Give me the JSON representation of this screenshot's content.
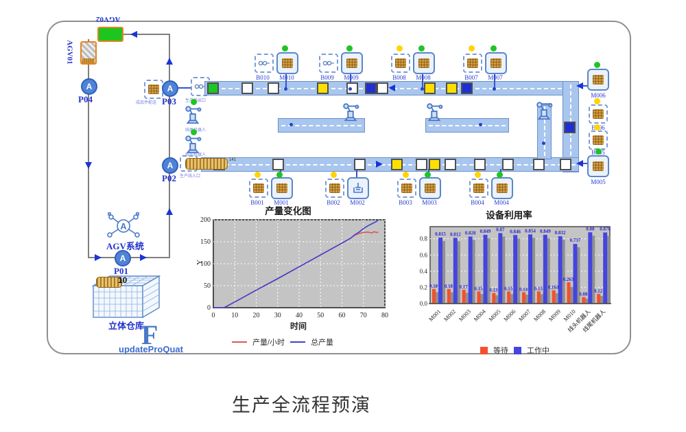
{
  "window_title": "生产全流程预演",
  "panel": {
    "agv": {
      "vehicle1": "AGV01",
      "vehicle1_tag": "01",
      "vehicle2": "AGV02",
      "node_letter": "A",
      "p01": "P01",
      "p02": "P02",
      "p03": "P03",
      "p04": "P04",
      "p01_count": "10",
      "system_label": "AGV系统"
    },
    "labels": {
      "delivery_station": "成品件配送",
      "line_exit": "生产线出口",
      "tail_robot": "线尾机器人",
      "head_robot": "线头机器人",
      "line_entry": "生产线入口",
      "conveyor_tag": "141",
      "warehouse": "立体仓库",
      "flag_letter": "F",
      "function_name": "updateProQuat"
    },
    "machines": {
      "top": [
        {
          "buffer": "B010",
          "machine": "M010",
          "buffer_status": "none",
          "machine_status": "green"
        },
        {
          "buffer": "B009",
          "machine": "M009",
          "buffer_status": "none",
          "machine_status": "green"
        },
        {
          "buffer": "B008",
          "machine": "M008",
          "buffer_status": "yellow",
          "machine_status": "green"
        },
        {
          "buffer": "B007",
          "machine": "M007",
          "buffer_status": "yellow",
          "machine_status": "green"
        }
      ],
      "bottom": [
        {
          "buffer": "B001",
          "machine": "M001",
          "buffer_status": "yellow",
          "machine_status": "green"
        },
        {
          "buffer": "B002",
          "machine": "M002",
          "buffer_status": "yellow",
          "machine_status": "none"
        },
        {
          "buffer": "B003",
          "machine": "M003",
          "buffer_status": "yellow",
          "machine_status": "green"
        },
        {
          "buffer": "B004",
          "machine": "M004",
          "buffer_status": "yellow",
          "machine_status": "green"
        }
      ],
      "right": [
        {
          "label": "M006",
          "kind": "machine",
          "status": "green"
        },
        {
          "label": "B006",
          "kind": "buffer",
          "status": "yellow"
        },
        {
          "label": "B005",
          "kind": "buffer",
          "status": "yellow"
        },
        {
          "label": "M005",
          "kind": "machine",
          "status": "green"
        }
      ]
    }
  },
  "chart_data": [
    {
      "type": "line",
      "title": "产量变化图",
      "xlabel": "时间",
      "ylabel": "Y",
      "xlim": [
        0,
        80
      ],
      "ylim": [
        0,
        200
      ],
      "xticks": [
        0,
        10,
        20,
        30,
        40,
        50,
        60,
        70,
        80
      ],
      "yticks": [
        0,
        50,
        100,
        150,
        200
      ],
      "grid": "white-dashed",
      "plot_bg": "#c4c4c4",
      "legend_position": "bottom",
      "series": [
        {
          "name": "产量/小时",
          "color": "#e05555",
          "points": [
            [
              0,
              0
            ],
            [
              5,
              0
            ],
            [
              10,
              13
            ],
            [
              20,
              40
            ],
            [
              30,
              66
            ],
            [
              40,
              93
            ],
            [
              50,
              120
            ],
            [
              60,
              147
            ],
            [
              64,
              158
            ],
            [
              66,
              165
            ],
            [
              68,
              169
            ],
            [
              70,
              171
            ],
            [
              72,
              172
            ],
            [
              74,
              170
            ],
            [
              75,
              173
            ],
            [
              76,
              171
            ],
            [
              77,
              172
            ]
          ]
        },
        {
          "name": "总产量",
          "color": "#4040d0",
          "points": [
            [
              0,
              0
            ],
            [
              5,
              0
            ],
            [
              10,
              13
            ],
            [
              20,
              40
            ],
            [
              30,
              66
            ],
            [
              40,
              93
            ],
            [
              50,
              120
            ],
            [
              60,
              147
            ],
            [
              64,
              158
            ],
            [
              66,
              166
            ],
            [
              68,
              172
            ],
            [
              70,
              180
            ],
            [
              72,
              186
            ],
            [
              74,
              191
            ],
            [
              76,
              196
            ],
            [
              77,
              200
            ]
          ]
        }
      ]
    },
    {
      "type": "bar",
      "title": "设备利用率",
      "categories": [
        "M001",
        "M002",
        "M003",
        "M004",
        "M005",
        "M006",
        "M007",
        "M008",
        "M009",
        "M010",
        "线头机器人",
        "线尾机器人"
      ],
      "ylim": [
        0,
        0.95
      ],
      "yticks": [
        0.0,
        0.2,
        0.4,
        0.6,
        0.8
      ],
      "grid": "white-dashed",
      "plot_bg": "#c4c4c4",
      "legend_position": "bottom",
      "series": [
        {
          "name": "等待",
          "color": "#f4502c",
          "values": [
            0.18,
            0.18,
            0.17,
            0.15,
            0.13,
            0.15,
            0.14,
            0.15,
            0.164,
            0.263,
            0.08,
            0.12
          ],
          "labels": [
            "0.18",
            "0.18",
            "0.17",
            "0.15",
            "0.13",
            "0.15",
            "0.14",
            "0.15",
            "0.164",
            "0.263",
            "0.08",
            "0.12"
          ]
        },
        {
          "name": "工作中",
          "color": "#4444e0",
          "values": [
            0.815,
            0.812,
            0.828,
            0.849,
            0.87,
            0.846,
            0.854,
            0.849,
            0.832,
            0.737,
            0.88,
            0.878
          ],
          "labels": [
            "0.815",
            "0.812",
            "0.828",
            "0.849",
            "0.87",
            "0.846",
            "0.854",
            "0.849",
            "0.832",
            "0.737",
            "0.88",
            "0.878"
          ]
        }
      ]
    }
  ],
  "colors": {
    "conveyor": "#a9c6ee",
    "accent_blue": "#2a3bd0",
    "path_gray": "#7f7f7f",
    "status_green": "#1fc426",
    "status_yellow": "#ffd400",
    "item_yellow": "#ffdf00",
    "item_blue": "#1f2fd4",
    "item_green": "#1fc426",
    "wait_red": "#f4502c",
    "work_blue": "#4444e0",
    "agv_green": "#1ec51e",
    "agv_orange": "#e8821e"
  }
}
